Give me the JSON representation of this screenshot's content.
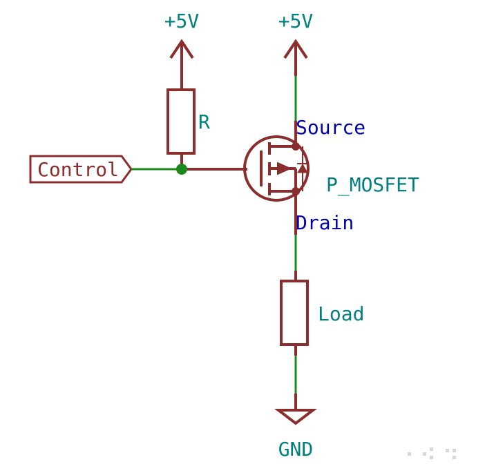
{
  "labels": {
    "vcc_left": "+5V",
    "vcc_right": "+5V",
    "resistor": "R",
    "source_pin": "Source",
    "mosfet": "P_MOSFET",
    "drain_pin": "Drain",
    "load": "Load",
    "ground": "GND",
    "control": "Control"
  },
  "colors": {
    "symbol": "#8b2d2d",
    "wire": "#1a8a1a",
    "power_label": "#008080",
    "pin_label": "#0000a8"
  }
}
